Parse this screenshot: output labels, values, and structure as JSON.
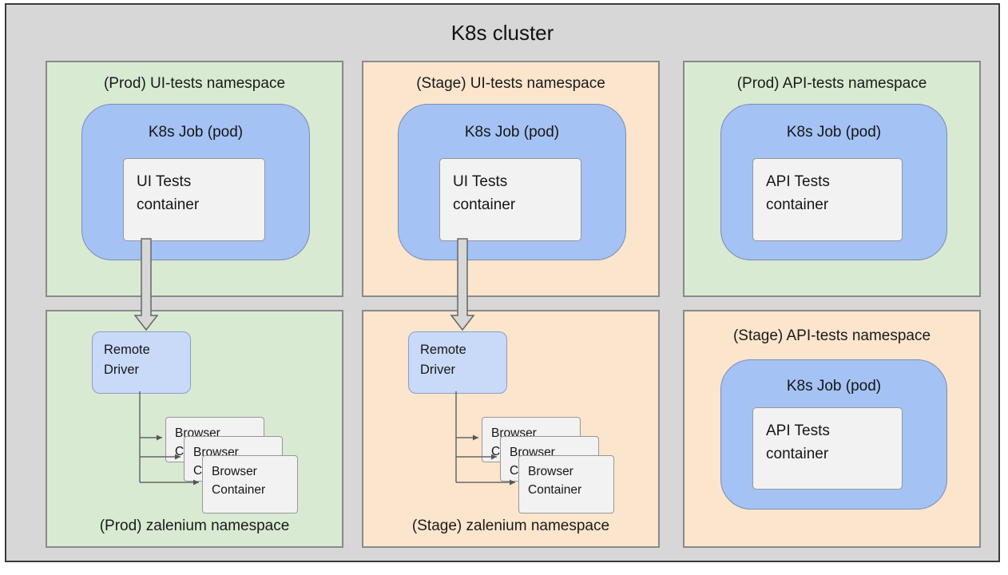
{
  "title": "K8s cluster",
  "labels": {
    "k8s_job_pod": "K8s Job (pod)",
    "ui_tests_container": "UI Tests container",
    "api_tests_container": "API Tests container",
    "remote_driver": "Remote Driver",
    "browser_container": "Browser Container"
  },
  "panels": [
    {
      "id": "prod-ui-tests",
      "label": "(Prod) UI-tests namespace",
      "tone": "green"
    },
    {
      "id": "stage-ui-tests",
      "label": "(Stage) UI-tests namespace",
      "tone": "peach"
    },
    {
      "id": "prod-api-tests",
      "label": "(Prod) API-tests namespace",
      "tone": "green"
    },
    {
      "id": "prod-zalenium",
      "label": "(Prod) zalenium namespace",
      "tone": "green"
    },
    {
      "id": "stage-zalenium",
      "label": "(Stage) zalenium namespace",
      "tone": "peach"
    },
    {
      "id": "stage-api-tests",
      "label": "(Stage) API-tests namespace",
      "tone": "peach"
    }
  ],
  "colors": {
    "cluster_bg": "#d7d7d7",
    "green_panel": "#d9ead3",
    "peach_panel": "#fce5cd",
    "job_blue": "#a4c2f4",
    "driver_blue": "#c9daf8",
    "container_gray": "#f2f2f2"
  }
}
